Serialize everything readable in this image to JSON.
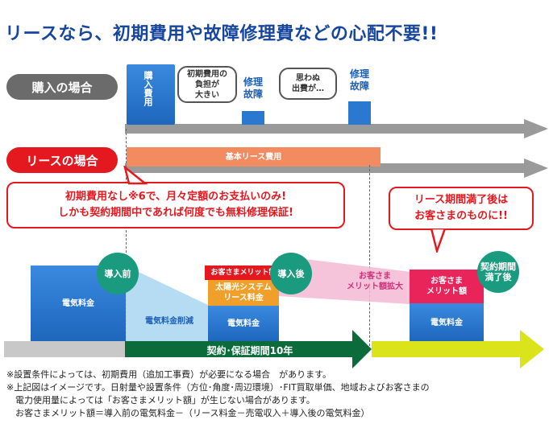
{
  "title": "リースなら、初期費用や故障修理費などの心配不要!!",
  "purchase": {
    "label": "購入の場合",
    "bar1": "購入費用",
    "bubble1": [
      "初期費用の",
      "負担が",
      "大きい"
    ],
    "repair1": [
      "修理",
      "故障"
    ],
    "bubble2": [
      "思わぬ",
      "出費が…"
    ],
    "repair2": [
      "修理",
      "故障"
    ]
  },
  "lease": {
    "label": "リースの場合",
    "bar_label": "基本リース費用"
  },
  "callout_left": [
    "初期費用なし※6で、月々定額のお支払いのみ!",
    "しかも契約期間中であれば何度でも無料修理保証!"
  ],
  "callout_right": [
    "リース期間満了後は",
    "お客さまのものに!!"
  ],
  "bottom": {
    "before_circle": "導入前",
    "after_circle": "導入後",
    "end_circle": [
      "契約期間",
      "満了後"
    ],
    "elec_fee": "電気料金",
    "reduction": "電気料金削減",
    "merit_tag": "お客さまメリット額",
    "solar_lease": [
      "太陽光システム",
      "リース料金"
    ],
    "elec_fee2": "電気料金",
    "merit_expand": [
      "お客さま",
      "メリット額拡大"
    ],
    "merit_box": [
      "お客さま",
      "メリット額"
    ],
    "elec_fee3": "電気料金",
    "period": "契約･保証期間10年"
  },
  "notes": [
    "※設置条件によっては、初期費用（追加工事費）が必要になる場合　があります。",
    "※上記図はイメージです。日射量や設置条件（方位･角度･周辺環境）･FIT買取単価、地域およびお客さまの",
    "　電力使用量によっては「お客さまメリット額」が生じない場合があります。",
    "　お客さまメリット額＝導入前の電気料金－（リース料金－売電収入＋導入後の電気料金）"
  ],
  "colors": {
    "title_blue": "#17469e",
    "bar_blue": "#2a78d0",
    "lease_orange": "#f28b60",
    "alert_red": "#e4181f",
    "teal": "#1a9a7e",
    "arrow_green": "#0b6b3a",
    "arrow_yellow": "#dbe31a",
    "pink": "#f3b8d4",
    "gray": "#9a9a9a"
  }
}
